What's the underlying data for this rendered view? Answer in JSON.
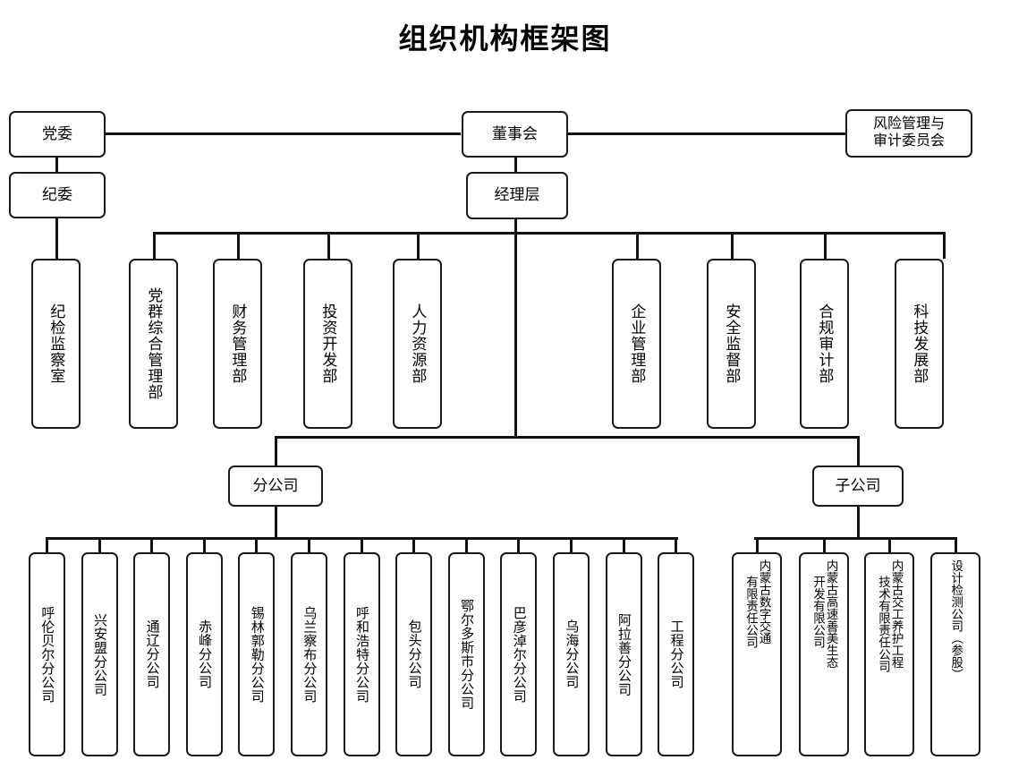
{
  "title": "组织机构框架图",
  "nodes": {
    "party_committee": "党委",
    "discipline_committee": "纪委",
    "board": "董事会",
    "management": "经理层",
    "risk_committee": "风险管理与\n审计委员会",
    "branch_group": "分公司",
    "subsidiary_group": "子公司"
  },
  "discipline_dept": "纪检监察室",
  "departments_left": [
    "党群综合管理部",
    "财务管理部",
    "投资开发部",
    "人力资源部"
  ],
  "departments_right": [
    "企业管理部",
    "安全监督部",
    "合规审计部",
    "科技发展部"
  ],
  "branches": [
    "呼伦贝尔分公司",
    "兴安盟分公司",
    "通辽分公司",
    "赤峰分公司",
    "锡林郭勒分公司",
    "乌兰察布分公司",
    "呼和浩特分公司",
    "包头分公司",
    "鄂尔多斯市分公司",
    "巴彦淖尔分公司",
    "乌海分公司",
    "阿拉善分公司",
    "工程分公司"
  ],
  "subsidiaries": [
    {
      "col_right": "内蒙古数字交通",
      "col_left": "有限责任公司"
    },
    {
      "col_right": "内蒙古高速善美生态",
      "col_left": "开发有限公司"
    },
    {
      "col_right": "内蒙古交工养护工程",
      "col_left": "技术有限责任公司"
    },
    {
      "col_right": "设计检测公司（参股）",
      "col_left": ""
    }
  ],
  "colors": {
    "line": "#111111",
    "border": "#1a1a1a",
    "background": "#ffffff",
    "text": "#000000"
  }
}
